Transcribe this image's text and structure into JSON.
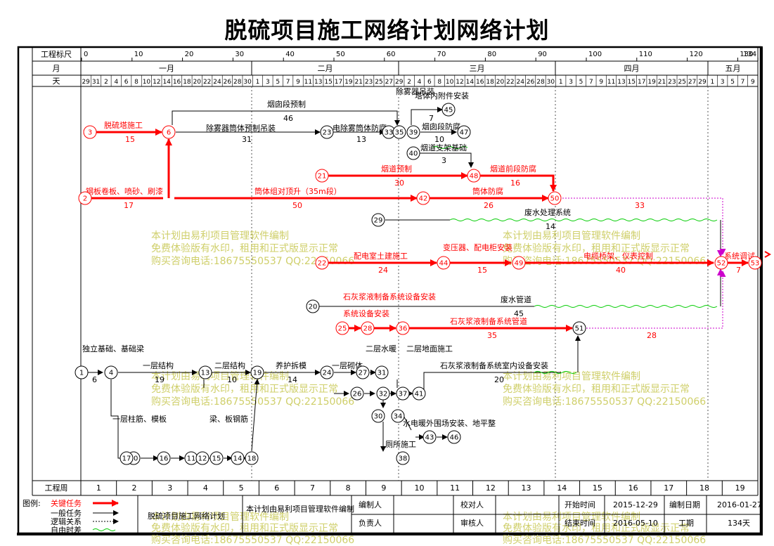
{
  "title": "脱硫项目施工网络计划网络计划",
  "header": {
    "scale_label": "工程标尺",
    "month_label": "月",
    "day_label": "天",
    "week_label": "工程周",
    "scale_ticks": [
      "0",
      "10",
      "20",
      "30",
      "40",
      "50",
      "60",
      "70",
      "80",
      "90",
      "100",
      "110",
      "120",
      "130",
      "134"
    ],
    "months": [
      "一月",
      "二月",
      "三月",
      "四月",
      "五月"
    ],
    "days": [
      "29",
      "31",
      "2",
      "4",
      "6",
      "8",
      "10",
      "12",
      "14",
      "16",
      "18",
      "20",
      "22",
      "24",
      "26",
      "28",
      "30",
      "1",
      "3",
      "5",
      "7",
      "9",
      "11",
      "13",
      "15",
      "17",
      "19",
      "21",
      "23",
      "25",
      "27",
      "29",
      "2",
      "4",
      "6",
      "8",
      "10",
      "12",
      "14",
      "16",
      "18",
      "20",
      "22",
      "24",
      "26",
      "28",
      "30",
      "1",
      "3",
      "5",
      "7",
      "9",
      "11",
      "13",
      "15",
      "17",
      "19",
      "21",
      "23",
      "25",
      "27",
      "29",
      "1",
      "3",
      "5",
      "7",
      "9"
    ],
    "weeks": [
      "1",
      "2",
      "3",
      "4",
      "5",
      "6",
      "7",
      "8",
      "9",
      "10",
      "11",
      "12",
      "13",
      "14",
      "15",
      "16",
      "17",
      "18",
      "19"
    ]
  },
  "watermark": {
    "line1": "本计划由易利项目管理软件编制",
    "line2": "免费体验版有水印，租用和正式版显示正常",
    "line3": "购买咨询电话:18675550537 QQ:22150066"
  },
  "nodes": [
    "1",
    "2",
    "3",
    "4",
    "6",
    "10",
    "11",
    "12",
    "13",
    "14",
    "15",
    "16",
    "17",
    "18",
    "19",
    "20",
    "21",
    "22",
    "23",
    "24",
    "25",
    "26",
    "27",
    "28",
    "29",
    "30",
    "31",
    "32",
    "33",
    "34",
    "35",
    "36",
    "37",
    "38",
    "39",
    "40",
    "41",
    "42",
    "43",
    "44",
    "45",
    "46",
    "47",
    "48",
    "49",
    "50",
    "51",
    "52",
    "53"
  ],
  "tasks": {
    "t1": "脱硫塔施工",
    "t1d": "15",
    "t2": "钢板卷板、喷砂、刷漆",
    "t2d": "17",
    "t3": "烟囱段预制",
    "t3d": "46",
    "t4": "除雾器筒体预制吊装",
    "t4d": "31",
    "t5": "电除雾筒体防腐",
    "t5d": "13",
    "t6": "塔体内附件安装",
    "t6d": "7",
    "t7": "烟囱段防腐",
    "t7d": "10",
    "t8": "烟道支架基础",
    "t8d": "3",
    "t9": "烟道预制",
    "t9d": "30",
    "t10": "烟道前段防腐",
    "t10d": "16",
    "t11": "筒体组对顶升（35m段）",
    "t11d": "50",
    "t12": "筒体防腐",
    "t12d": "26",
    "t13d": "33",
    "t14": "废水处理系统",
    "t14d": "14",
    "t15": "配电室土建施工",
    "t15d": "24",
    "t16": "变压器、配电柜安装",
    "t16d": "15",
    "t17": "电缆桥架、仪表控制",
    "t17d": "40",
    "t18": "系统调试",
    "t18d": "7",
    "t19": "废水管道",
    "t19d": "45",
    "t20": "石灰浆液制备系统管道",
    "t20d": "35",
    "t21d": "28",
    "t22": "石灰浆液制备系统室内设备安装",
    "t22d": "20",
    "t23": "一层结构",
    "t23d": "19",
    "t24": "二层结构",
    "t24d": "10",
    "t25": "养护拆模",
    "t25d": "14",
    "t26": "一层砌体",
    "t27": "二层水暖",
    "t28": "二层地面施工",
    "t29": "水电暖外围场安装、地平整",
    "t30": "独立基础、基础梁",
    "t30d": "6",
    "t31": "一层柱筋、模板",
    "t32": "梁、板钢筋",
    "t33": "厕所施工",
    "t34": "除雾器吊装",
    "t35": "石灰浆液制备系统设备安装",
    "t35b": "系统设备安装"
  },
  "footer": {
    "legend_label": "图例:",
    "legend_critical": "关键任务",
    "legend_normal": "一般任务",
    "legend_logic": "逻辑关系",
    "legend_float": "自由时差",
    "plan_name": "脱硫项目施工网络计划",
    "software": "本计划由易利项目管理软件编制",
    "editor_label": "编制人",
    "owner_label": "负责人",
    "checker_label": "校对人",
    "reviewer_label": "审核人",
    "start_label": "开始时间",
    "start_value": "2015-12-29",
    "end_label": "结束时间",
    "end_value": "2016-05-10",
    "date_label": "编制日期",
    "date_value": "2016-01-27",
    "duration_label": "工期",
    "duration_value": "134天"
  },
  "colors": {
    "critical": "#ff0000",
    "normal": "#000000",
    "float": "#00cc00",
    "logic": "#cc00cc",
    "watermark": "#c8c860"
  }
}
